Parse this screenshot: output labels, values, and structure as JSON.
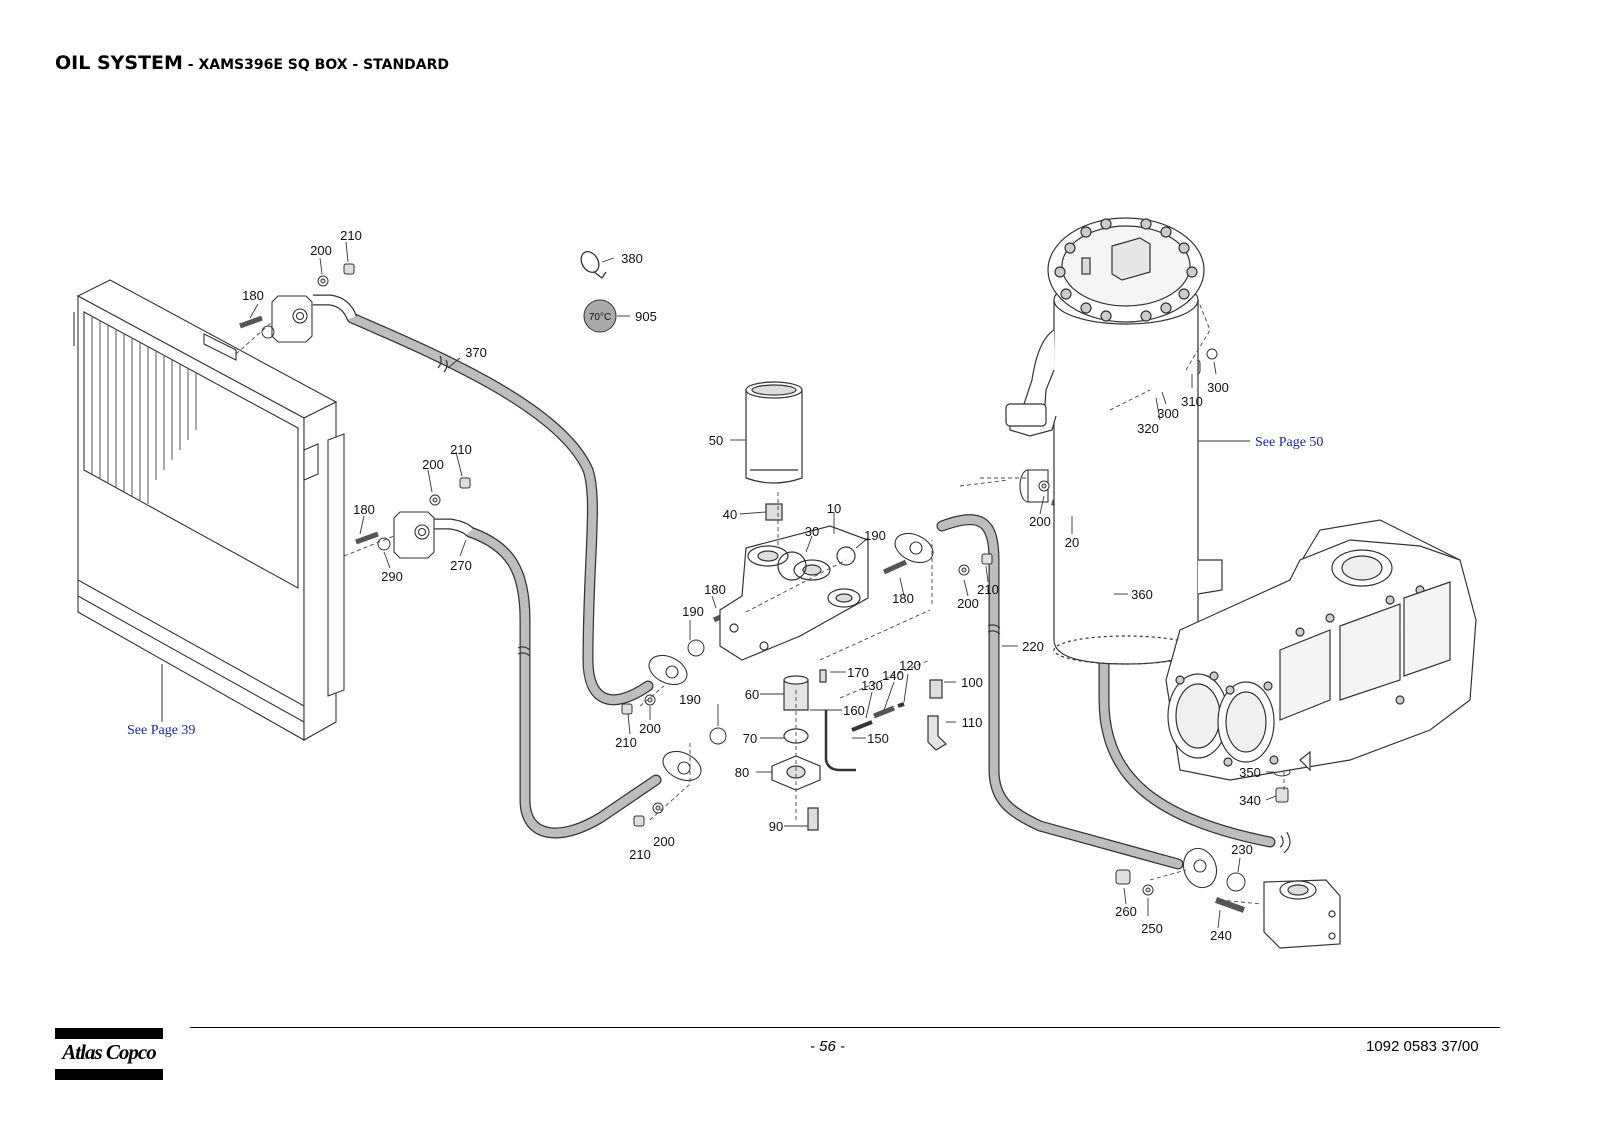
{
  "header": {
    "title_main": "OIL SYSTEM",
    "title_sub": " - XAMS396E SQ BOX - STANDARD"
  },
  "callouts": {
    "c10": "10",
    "c20": "20",
    "c30": "30",
    "c40": "40",
    "c50": "50",
    "c60": "60",
    "c70": "70",
    "c80": "80",
    "c90": "90",
    "c100": "100",
    "c110": "110",
    "c120": "120",
    "c130": "130",
    "c140": "140",
    "c150": "150",
    "c160": "160",
    "c170": "170",
    "c180a": "180",
    "c180b": "180",
    "c180c": "180",
    "c190a": "190",
    "c190b": "190",
    "c190c": "190",
    "c200a": "200",
    "c200b": "200",
    "c200c": "200",
    "c200d": "200",
    "c200e": "200",
    "c200f": "200",
    "c210a": "210",
    "c210b": "210",
    "c210c": "210",
    "c210d": "210",
    "c210e": "210",
    "c220": "220",
    "c230": "230",
    "c240": "240",
    "c250": "250",
    "c260": "260",
    "c270": "270",
    "c290": "290",
    "c300a": "300",
    "c300b": "300",
    "c310": "310",
    "c320": "320",
    "c340": "340",
    "c350": "350",
    "c360": "360",
    "c370": "370",
    "c380": "380",
    "c905": "905"
  },
  "thermo_label": "70°C",
  "references": {
    "cooler": "See Page 39",
    "vessel": "See Page 50"
  },
  "footer": {
    "logo_text": "Atlas Copco",
    "page_number": "- 56 -",
    "document_number": "1092 0583 37/00"
  }
}
